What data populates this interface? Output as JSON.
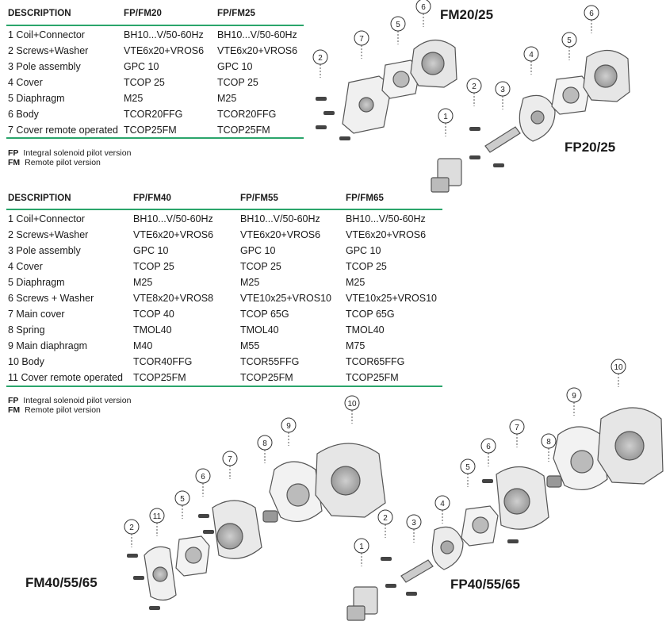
{
  "table1": {
    "headers": [
      "DESCRIPTION",
      "FP/FM20",
      "FP/FM25"
    ],
    "rows": [
      [
        "1 Coil+Connector",
        "BH10...V/50-60Hz",
        "BH10...V/50-60Hz"
      ],
      [
        "2 Screws+Washer",
        "VTE6x20+VROS6",
        "VTE6x20+VROS6"
      ],
      [
        "3 Pole assembly",
        "GPC 10",
        "GPC 10"
      ],
      [
        "4 Cover",
        "TCOP 25",
        "TCOP 25"
      ],
      [
        "5 Diaphragm",
        "M25",
        "M25"
      ],
      [
        "6 Body",
        "TCOR20FFG",
        "TCOR20FFG"
      ],
      [
        "7 Cover remote operated",
        "TCOP25FM",
        "TCOP25FM"
      ]
    ]
  },
  "note1": [
    {
      "code": "FP",
      "text": "Integral solenoid pilot version"
    },
    {
      "code": "FM",
      "text": "Remote pilot version"
    }
  ],
  "table2": {
    "headers": [
      "DESCRIPTION",
      "FP/FM40",
      "FP/FM55",
      "FP/FM65"
    ],
    "rows": [
      [
        "1  Coil+Connector",
        "BH10...V/50-60Hz",
        "BH10...V/50-60Hz",
        "BH10...V/50-60Hz"
      ],
      [
        "2  Screws+Washer",
        "VTE6x20+VROS6",
        "VTE6x20+VROS6",
        "VTE6x20+VROS6"
      ],
      [
        "3  Pole assembly",
        "GPC 10",
        "GPC 10",
        "GPC 10"
      ],
      [
        "4  Cover",
        "TCOP 25",
        "TCOP 25",
        "TCOP 25"
      ],
      [
        "5  Diaphragm",
        "M25",
        "M25",
        "M25"
      ],
      [
        "6  Screws + Washer",
        "VTE8x20+VROS8",
        "VTE10x25+VROS10",
        "VTE10x25+VROS10"
      ],
      [
        "7  Main cover",
        "TCOP 40",
        "TCOP 65G",
        "TCOP 65G"
      ],
      [
        "8  Spring",
        "TMOL40",
        "TMOL40",
        "TMOL40"
      ],
      [
        "9  Main diaphragm",
        "M40",
        "M55",
        "M75"
      ],
      [
        "10 Body",
        "TCOR40FFG",
        "TCOR55FFG",
        "TCOR65FFG"
      ],
      [
        "11 Cover remote operated",
        "TCOP25FM",
        "TCOP25FM",
        "TCOP25FM"
      ]
    ]
  },
  "note2": [
    {
      "code": "FP",
      "text": "Integral solenoid pilot version"
    },
    {
      "code": "FM",
      "text": "Remote pilot version"
    }
  ],
  "labels": {
    "fm2025": "FM20/25",
    "fp2025": "FP20/25",
    "fm405565": "FM40/55/65",
    "fp405565": "FP40/55/65"
  },
  "callouts": {
    "fm_small": [
      "2",
      "7",
      "5",
      "6"
    ],
    "fp_small": [
      "1",
      "2",
      "3",
      "4",
      "5",
      "6"
    ],
    "fm_large": [
      "2",
      "11",
      "5",
      "6",
      "7",
      "8",
      "9",
      "10"
    ],
    "fp_large": [
      "1",
      "2",
      "3",
      "4",
      "5",
      "6",
      "7",
      "8",
      "9",
      "10"
    ]
  },
  "colors": {
    "accent_line": "#2aa56b",
    "text": "#1a1a1a",
    "drawing": "#555555"
  }
}
